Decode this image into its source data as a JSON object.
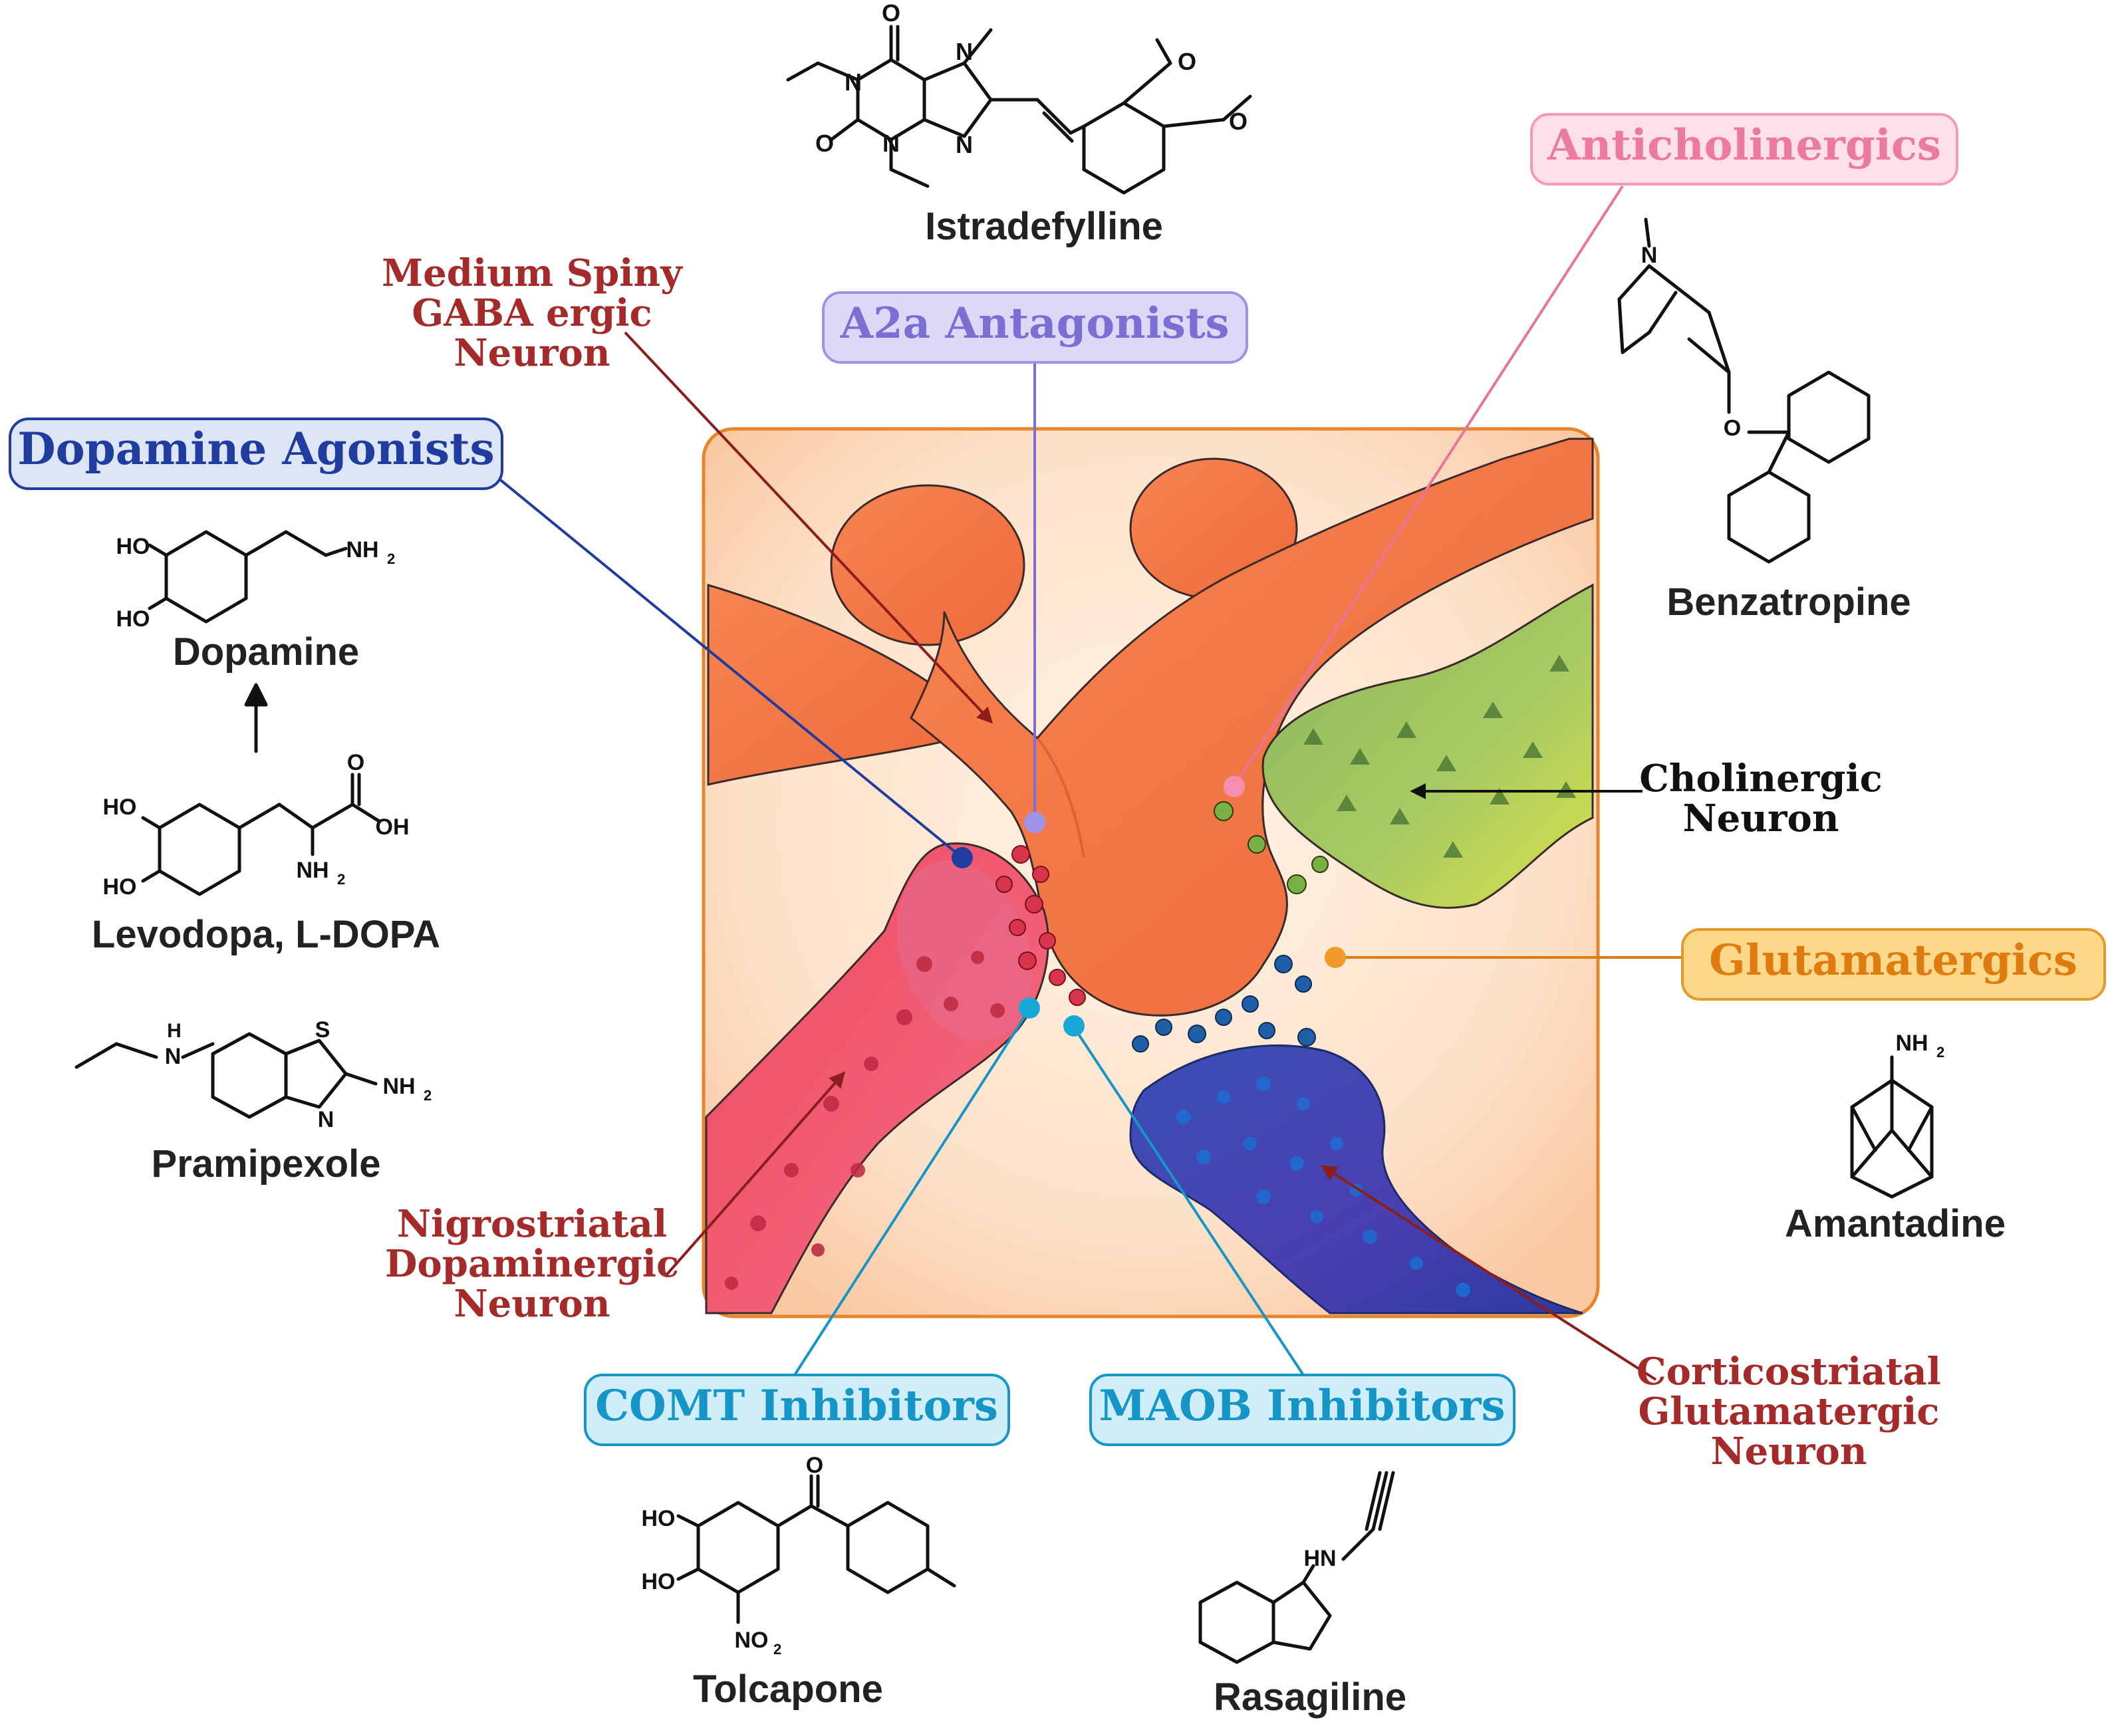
{
  "categories": {
    "dopamine_agonists": "Dopamine Agonists",
    "a2a_antagonists": "A2a Antagonists",
    "anticholinergics": "Anticholinergics",
    "glutamatergics": "Glutamatergics",
    "comt_inhibitors": "COMT Inhibitors",
    "maob_inhibitors": "MAOB Inhibitors"
  },
  "drugs": {
    "istradefylline": "Istradefylline",
    "dopamine": "Dopamine",
    "levodopa": "Levodopa, L-DOPA",
    "pramipexole": "Pramipexole",
    "benzatropine": "Benzatropine",
    "amantadine": "Amantadine",
    "tolcapone": "Tolcapone",
    "rasagiline": "Rasagiline"
  },
  "neurons": {
    "medium_spiny": [
      "Medium Spiny",
      "GABA ergic",
      "Neuron"
    ],
    "cholinergic": [
      "Cholinergic",
      "Neuron"
    ],
    "nigrostriatal": [
      "Nigrostriatal",
      "Dopaminergic",
      "Neuron"
    ],
    "corticostriatal": [
      "Corticostriatal",
      "Glutamatergic",
      "Neuron"
    ]
  },
  "atoms": {
    "ho": "HO",
    "oh": "OH",
    "o": "O",
    "n": "N",
    "s": "S",
    "h": "H",
    "hn": "HN",
    "nh2": "NH",
    "no2": "NO",
    "sub2": "2"
  },
  "colors": {
    "dopamine_agonists": "#1f3c9e",
    "a2a_antagonists": "#7b6fd6",
    "anticholinergics": "#e8749b",
    "glutamatergics": "#e07b10",
    "comt_inhibitors": "#1596c6",
    "maob_inhibitors": "#1596c6",
    "neuron_label": "#a52a2a",
    "panel_border": "#e8842a"
  }
}
